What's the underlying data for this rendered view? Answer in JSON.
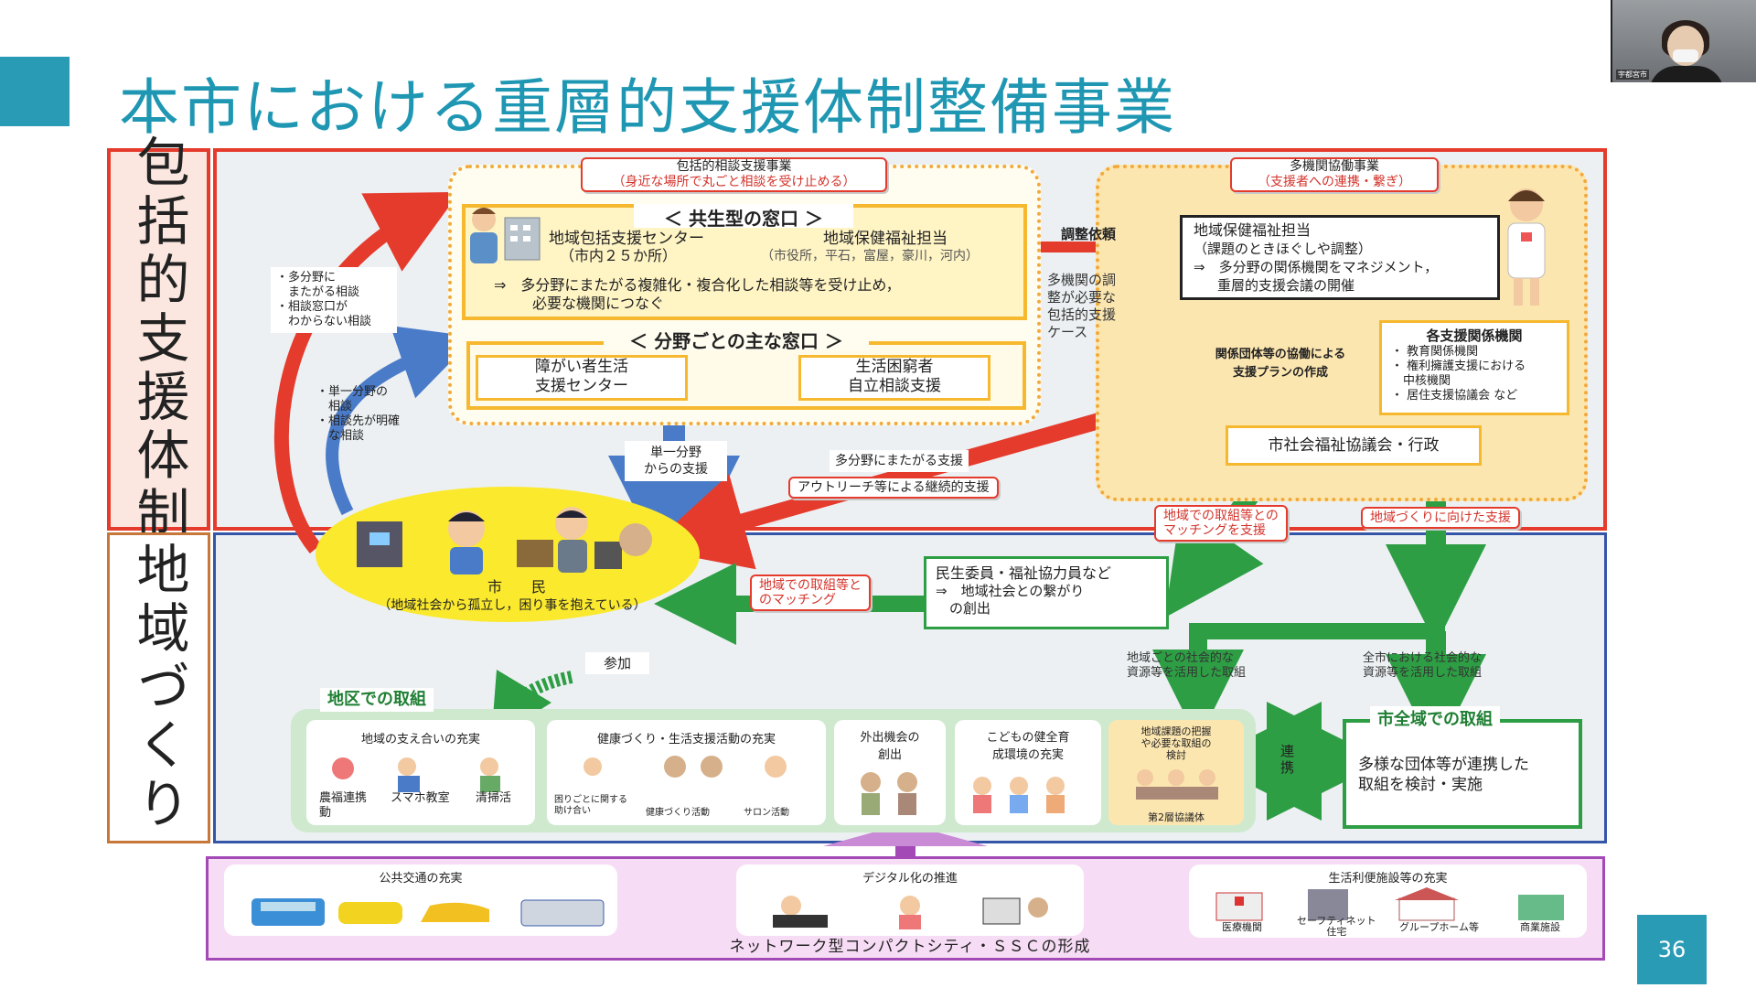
{
  "title": "本市における重層的支援体制整備事業",
  "page_number": "36",
  "webcam": {
    "label": "宇都宮市"
  },
  "sections": {
    "top": "包括的支援体制",
    "bottom": "地域づくり"
  },
  "hokatsu": {
    "title": "包括的相談支援事業",
    "subtitle": "（身近な場所で丸ごと相談を受け止める）",
    "kyosei_title": "＜ 共生型の窓口 ＞",
    "center_name": "地域包括支援センター",
    "center_count": "（市内２５か所）",
    "hoken_name": "地域保健福祉担当",
    "hoken_places": "（市役所，平石，富屋，豪川，河内）",
    "kyosei_desc": "⇒　多分野にまたがる複雑化・複合化した相談等を受け止め，",
    "kyosei_desc2": "必要な機関につなぐ",
    "bunya_title": "＜ 分野ごとの主な窓口 ＞",
    "shogai": "障がい者生活\n支援センター",
    "seikatsu": "生活困窮者\n自立相談支援"
  },
  "takikan": {
    "title": "多機関協働事業",
    "subtitle": "（支援者への連携・繋ぎ）",
    "box_title": "地域保健福祉担当",
    "box_sub": "（課題のときほぐしや調整）",
    "box_desc": "⇒　多分野の関係機関をマネジメント，",
    "box_desc2": "重層的支援会議の開催",
    "plan": "関係団体等の協働による\n支援プランの作成",
    "kikan_title": "各支援関係機関",
    "kikan_items": [
      "・ 教育関係機関",
      "・ 権利擁護支援における",
      "　中核機関",
      "・ 居住支援協議会 など"
    ],
    "shakyo": "市社会福祉協議会・行政"
  },
  "labels": {
    "chosei": "調整依頼",
    "chosei_note": "多機関の調\n整が必要な\n包括的支援\nケース",
    "left_note1": "・多分野に\n　またがる相談\n・相談窓口が\n　わからない相談",
    "left_note2": "・単一分野の\n　相談\n・相談先が明確\n　な相談",
    "tan_itsu": "単一分野\nからの支援",
    "tabunya": "多分野にまたがる支援",
    "outreach": "アウトリーチ等による継続的支援",
    "matching_top": "地域での取組等との\nマッチングを支援",
    "chiiki_shien": "地域づくりに向けた支援",
    "matching_left": "地域での取組等と\nのマッチング",
    "sanka": "参加",
    "shimin": "市　　民",
    "shimin_sub": "（地域社会から孤立し，困り事を抱えている）",
    "minsei_title": "民生委員・福祉協力員など",
    "minsei_desc": "⇒　地域社会との繋がり\n　の創出",
    "shigen_local": "地域ごとの社会的な\n資源等を活用した取組",
    "shigen_city": "全市における社会的な\n資源等を活用した取組",
    "renkei": "連\n携"
  },
  "chiku": {
    "title": "地区での取組",
    "cards": [
      {
        "title": "地域の支え合いの充実",
        "captions": [
          "農福連携\n動",
          "スマホ教室",
          "清掃活"
        ]
      },
      {
        "title": "健康づくり・生活支援活動の充実",
        "captions": [
          "困りごとに関する\n助け合い",
          "健康づくり活動",
          "サロン活動"
        ]
      },
      {
        "title": "外出機会の\n創出",
        "captions": []
      },
      {
        "title": "こどもの健全育\n成環境の充実",
        "captions": []
      },
      {
        "title": "地域課題の把握\nや必要な取組の\n検討",
        "captions": [
          "第2層協議体"
        ]
      }
    ]
  },
  "shizenki": {
    "title": "市全域での取組",
    "desc": "多様な団体等が連携した\n取組を検討・実施"
  },
  "network": {
    "footer": "ネットワーク型コンパクトシティ・ＳＳＣの形成",
    "groups": [
      {
        "title": "公共交通の充実",
        "items": []
      },
      {
        "title": "デジタル化の推進",
        "items": []
      },
      {
        "title": "生活利便施設等の充実",
        "items": [
          "医療機関",
          "セーフティネット\n住宅",
          "グループホーム等",
          "商業施設"
        ]
      }
    ]
  },
  "colors": {
    "accent": "#2a9bb5",
    "red": "#e53b2c",
    "green": "#2e9e44",
    "blue_frame": "#3555a8",
    "purple": "#a34ab6"
  }
}
